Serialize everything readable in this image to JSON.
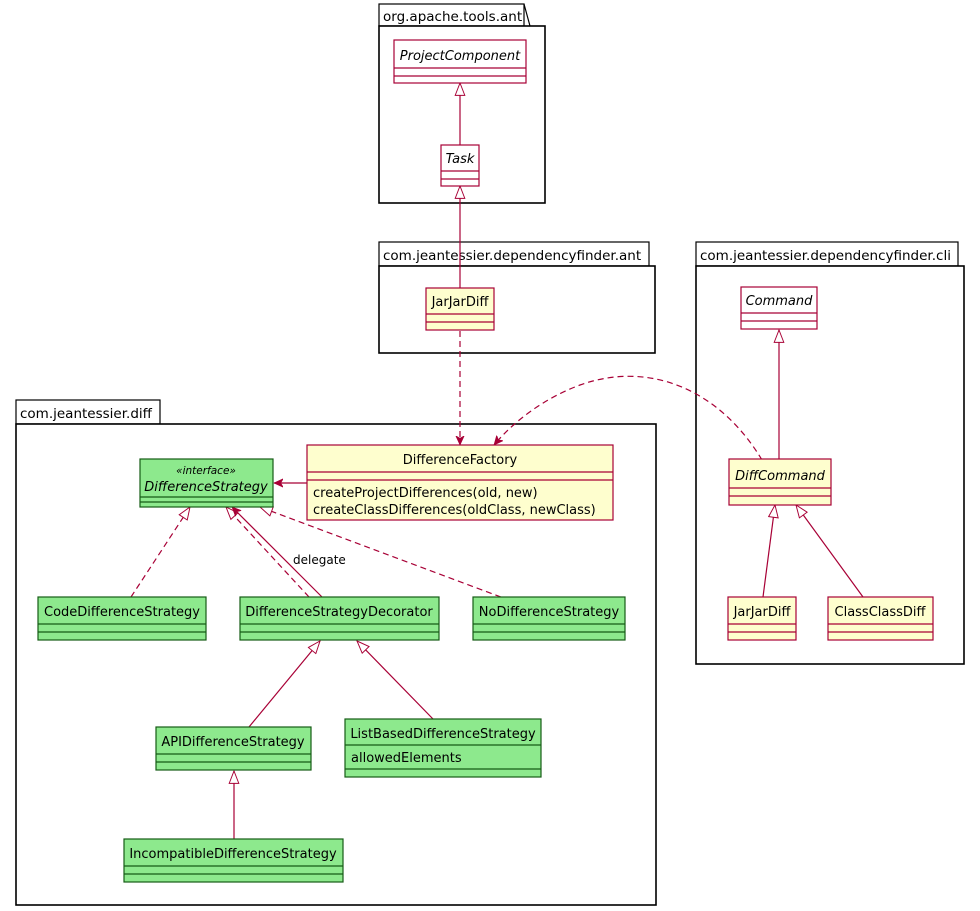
{
  "packages": {
    "ant_tools": {
      "label": "org.apache.tools.ant"
    },
    "df_ant": {
      "label": "com.jeantessier.dependencyfinder.ant"
    },
    "df_cli": {
      "label": "com.jeantessier.dependencyfinder.cli"
    },
    "diff": {
      "label": "com.jeantessier.diff"
    }
  },
  "classes": {
    "project_component": {
      "name": "ProjectComponent",
      "abstract": true
    },
    "task": {
      "name": "Task",
      "abstract": true
    },
    "jarjardiff_ant": {
      "name": "JarJarDiff"
    },
    "command": {
      "name": "Command",
      "abstract": true
    },
    "diff_command": {
      "name": "DiffCommand",
      "abstract": true
    },
    "jarjardiff_cli": {
      "name": "JarJarDiff"
    },
    "classclassdiff": {
      "name": "ClassClassDiff"
    },
    "difference_strategy": {
      "name": "DifferenceStrategy",
      "stereotype": "«interface»",
      "abstract": true
    },
    "difference_factory": {
      "name": "DifferenceFactory",
      "methods": [
        "createProjectDifferences(old, new)",
        "createClassDifferences(oldClass, newClass)"
      ]
    },
    "code_difference_strategy": {
      "name": "CodeDifferenceStrategy"
    },
    "difference_strategy_decorator": {
      "name": "DifferenceStrategyDecorator"
    },
    "no_difference_strategy": {
      "name": "NoDifferenceStrategy"
    },
    "api_difference_strategy": {
      "name": "APIDifferenceStrategy"
    },
    "list_based_difference_strategy": {
      "name": "ListBasedDifferenceStrategy",
      "fields": [
        "allowedElements"
      ]
    },
    "incompatible_difference_strategy": {
      "name": "IncompatibleDifferenceStrategy"
    }
  },
  "relations": {
    "delegate_label": "delegate"
  },
  "colors": {
    "border_red": "#a80036",
    "fill_yellow": "#fefece",
    "fill_green": "#8de98d",
    "border_green": "#165c16"
  }
}
